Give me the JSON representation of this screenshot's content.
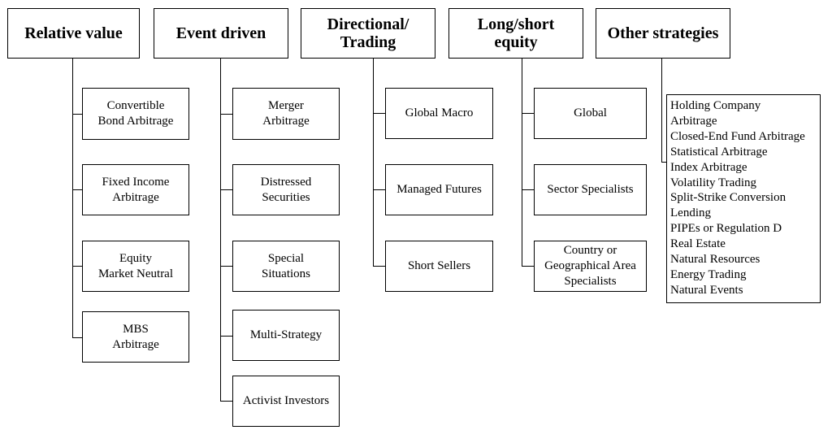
{
  "diagram": {
    "categories": [
      {
        "id": "relative-value",
        "title": "Relative value",
        "items": [
          "Convertible\nBond Arbitrage",
          "Fixed Income\nArbitrage",
          "Equity\nMarket Neutral",
          "MBS\nArbitrage"
        ]
      },
      {
        "id": "event-driven",
        "title": "Event driven",
        "items": [
          "Merger\nArbitrage",
          "Distressed\nSecurities",
          "Special\nSituations",
          "Multi-Strategy",
          "Activist Investors"
        ]
      },
      {
        "id": "directional-trading",
        "title": "Directional/\nTrading",
        "items": [
          "Global Macro",
          "Managed Futures",
          "Short Sellers"
        ]
      },
      {
        "id": "long-short-equity",
        "title": "Long/short\nequity",
        "items": [
          "Global",
          "Sector Specialists",
          "Country or\nGeographical Area\nSpecialists"
        ]
      },
      {
        "id": "other-strategies",
        "title": "Other strategies",
        "list": [
          "Holding Company",
          "Arbitrage",
          "Closed-End Fund Arbitrage",
          "Statistical Arbitrage",
          "Index Arbitrage",
          "Volatility Trading",
          "Split-Strike Conversion",
          "Lending",
          "PIPEs or Regulation D",
          "Real Estate",
          "Natural Resources",
          "Energy Trading",
          "Natural Events"
        ]
      }
    ]
  }
}
